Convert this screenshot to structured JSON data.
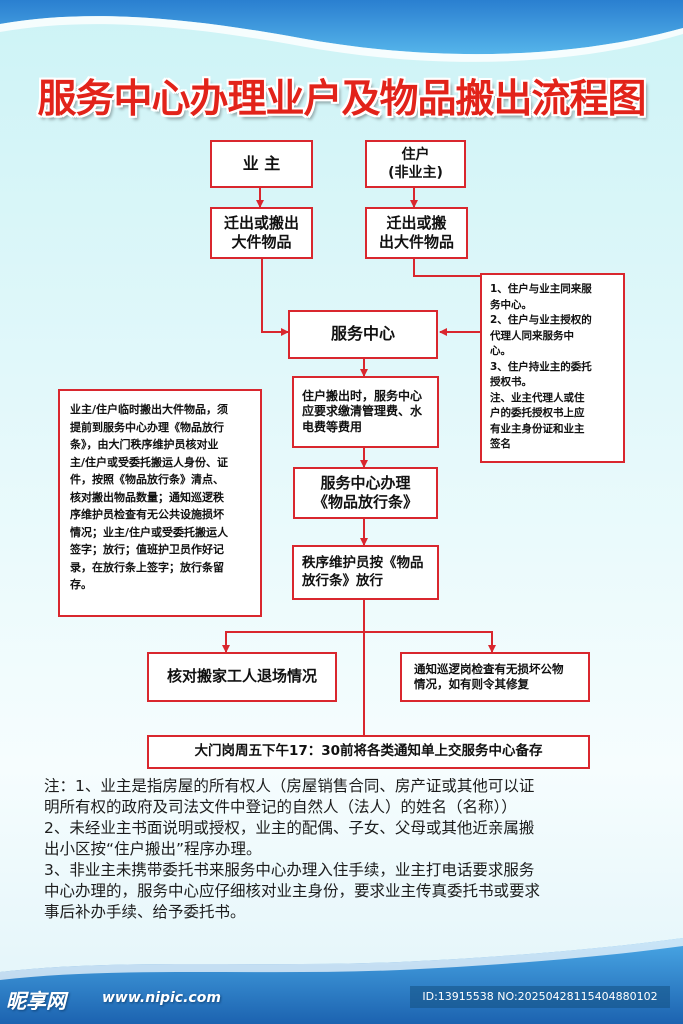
{
  "title": "服务中心办理业户及物品搬出流程图",
  "colors": {
    "accent": "#d9272e",
    "title": "#e2231a",
    "wave": "#1e6fb8"
  },
  "boxes": {
    "owner": "业 主",
    "resident": "住户\n(非业主)",
    "owner_move": "迁出或搬出\n大件物品",
    "resident_move": "迁出或搬\n出大件物品",
    "service_center": "服务中心",
    "fees": "住户搬出时，服务中心\n应要求缴清管理费、水\n电费等费用",
    "issue_pass": "服务中心办理\n《物品放行条》",
    "release": "秩序维护员按《物品\n放行条》放行",
    "check_workers": "核对搬家工人退场情况",
    "notify_patrol": "通知巡逻岗检查有无损坏公物\n情况，如有则令其修复",
    "gate_submit": "大门岗周五下午17：30前将各类通知单上交服务中心备存"
  },
  "right_note": [
    "1、住户与业主同来服",
    "务中心。",
    "2、住户与业主授权的",
    "代理人同来服务中",
    "心。",
    "3、住户持业主的委托",
    "授权书。",
    "注、业主代理人或住",
    "户的委托授权书上应",
    "有业主身份证和业主",
    "签名"
  ],
  "left_note": [
    "业主/住户临时搬出大件物品，须",
    "提前到服务中心办理《物品放行",
    "条》，由大门秩序维护员核对业",
    "主/住户或受委托搬运人身份、证",
    "件，按照《物品放行条》清点、",
    "核对搬出物品数量；通知巡逻秩",
    "序维护员检查有无公共设施损坏",
    "情况；业主/住户或受委托搬运人",
    "签字；放行；值班护卫员作好记",
    "录，在放行条上签字；放行条留",
    "存。"
  ],
  "footer_notes": [
    "注：1、业主是指房屋的所有权人（房屋销售合同、房产证或其他可以证",
    "明所有权的政府及司法文件中登记的自然人（法人）的姓名（名称））",
    "2、未经业主书面说明或授权，业主的配偶、子女、父母或其他近亲属搬",
    "出小区按“住户搬出”程序办理。",
    "3、非业主未携带委托书来服务中心办理入住手续，业主打电话要求服务",
    "中心办理的，服务中心应仔细核对业主身份，要求业主传真委托书或要求",
    "事后补办手续、给予委托书。"
  ],
  "watermark": {
    "brand": "昵享网",
    "url": "www.nipic.com",
    "id": "ID:13915538 NO:20250428115404880102"
  }
}
